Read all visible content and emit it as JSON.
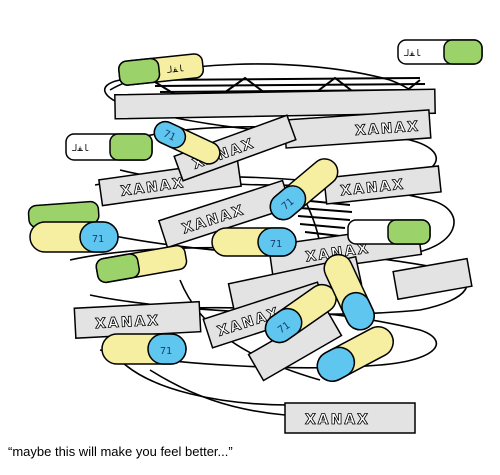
{
  "caption": "“maybe this will make you feel better...”",
  "bar_label": "XANAX",
  "pill_mark": "71",
  "green_label": "ﺎﻔﻟ",
  "colors": {
    "pill_yellow": "#f6eea0",
    "pill_blue": "#5fc6ef",
    "pill_green": "#9bd26a",
    "bar_grey": "#e3e3e3",
    "ink": "#000000"
  }
}
